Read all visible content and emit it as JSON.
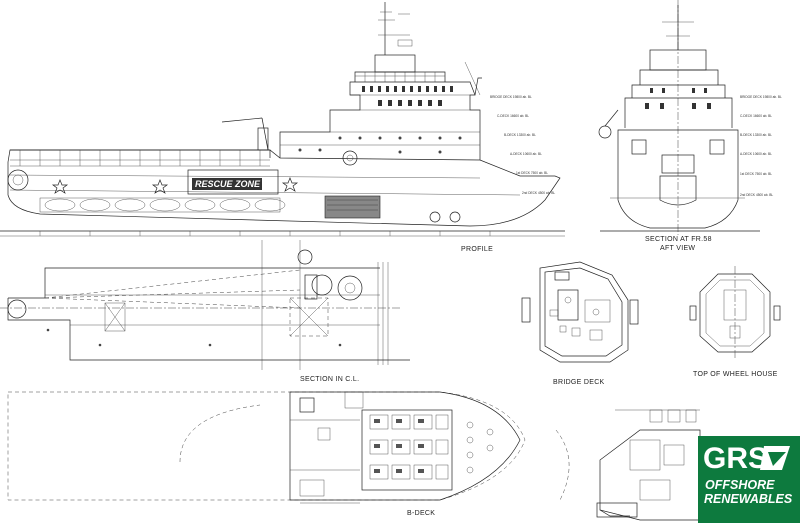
{
  "views": {
    "profile": "PROFILE",
    "section_fr58": "SECTION AT FR.58",
    "aft_view": "AFT VIEW",
    "section_cl": "SECTION IN C.L.",
    "bridge_deck": "BRIDGE DECK",
    "top_wheel_house": "TOP OF WHEEL HOUSE",
    "b_deck": "B-DECK"
  },
  "hull_marking": "RESCUE ZONE",
  "deck_levels_profile": [
    "BRIDGE DECK 19800 ab. BL",
    "C-DECK 16600 ab. BL",
    "B-DECK 13300 ab. BL",
    "A-DECK 10600 ab. BL",
    "1st DECK 7500 ab. BL",
    "2nd DECK 4500 ab. BL"
  ],
  "deck_levels_aft": [
    "BRIDGE DECK 19800 ab. BL",
    "C-DECK 16600 ab. BL",
    "B-DECK 13300 ab. BL",
    "A-DECK 10600 ab. BL",
    "1st DECK 7500 ab. BL",
    "2nd DECK 4500 ab. BL"
  ],
  "logo": {
    "main": "GRS",
    "line1": "OFFSHORE",
    "line2": "RENEWABLES",
    "color": "#0d7a3e"
  }
}
